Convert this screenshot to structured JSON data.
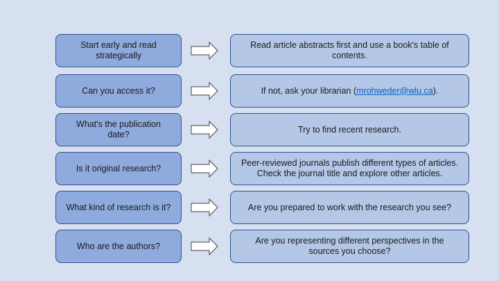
{
  "colors": {
    "background": "#d6e0f0",
    "left_box_fill": "#8faadc",
    "right_box_fill": "#b4c7e7",
    "box_border": "#2f528f",
    "link": "#0563c1"
  },
  "rows": [
    {
      "question": "Start early and read strategically",
      "answer": "Read article abstracts first and use a book's table of contents."
    },
    {
      "question": "Can you access it?",
      "answer_prefix": "If not, ask your librarian (",
      "answer_link": "mrohweder@wlu.ca",
      "answer_suffix": ")."
    },
    {
      "question": "What's the publication date?",
      "answer": "Try to find recent research."
    },
    {
      "question": "Is it original research?",
      "answer": "Peer-reviewed journals publish different types of articles. Check the journal title and explore other articles."
    },
    {
      "question": "What kind of research is it?",
      "answer": "Are you prepared to work with the research you see?"
    },
    {
      "question": "Who are the authors?",
      "answer": "Are you representing different perspectives in the sources you choose?"
    }
  ]
}
